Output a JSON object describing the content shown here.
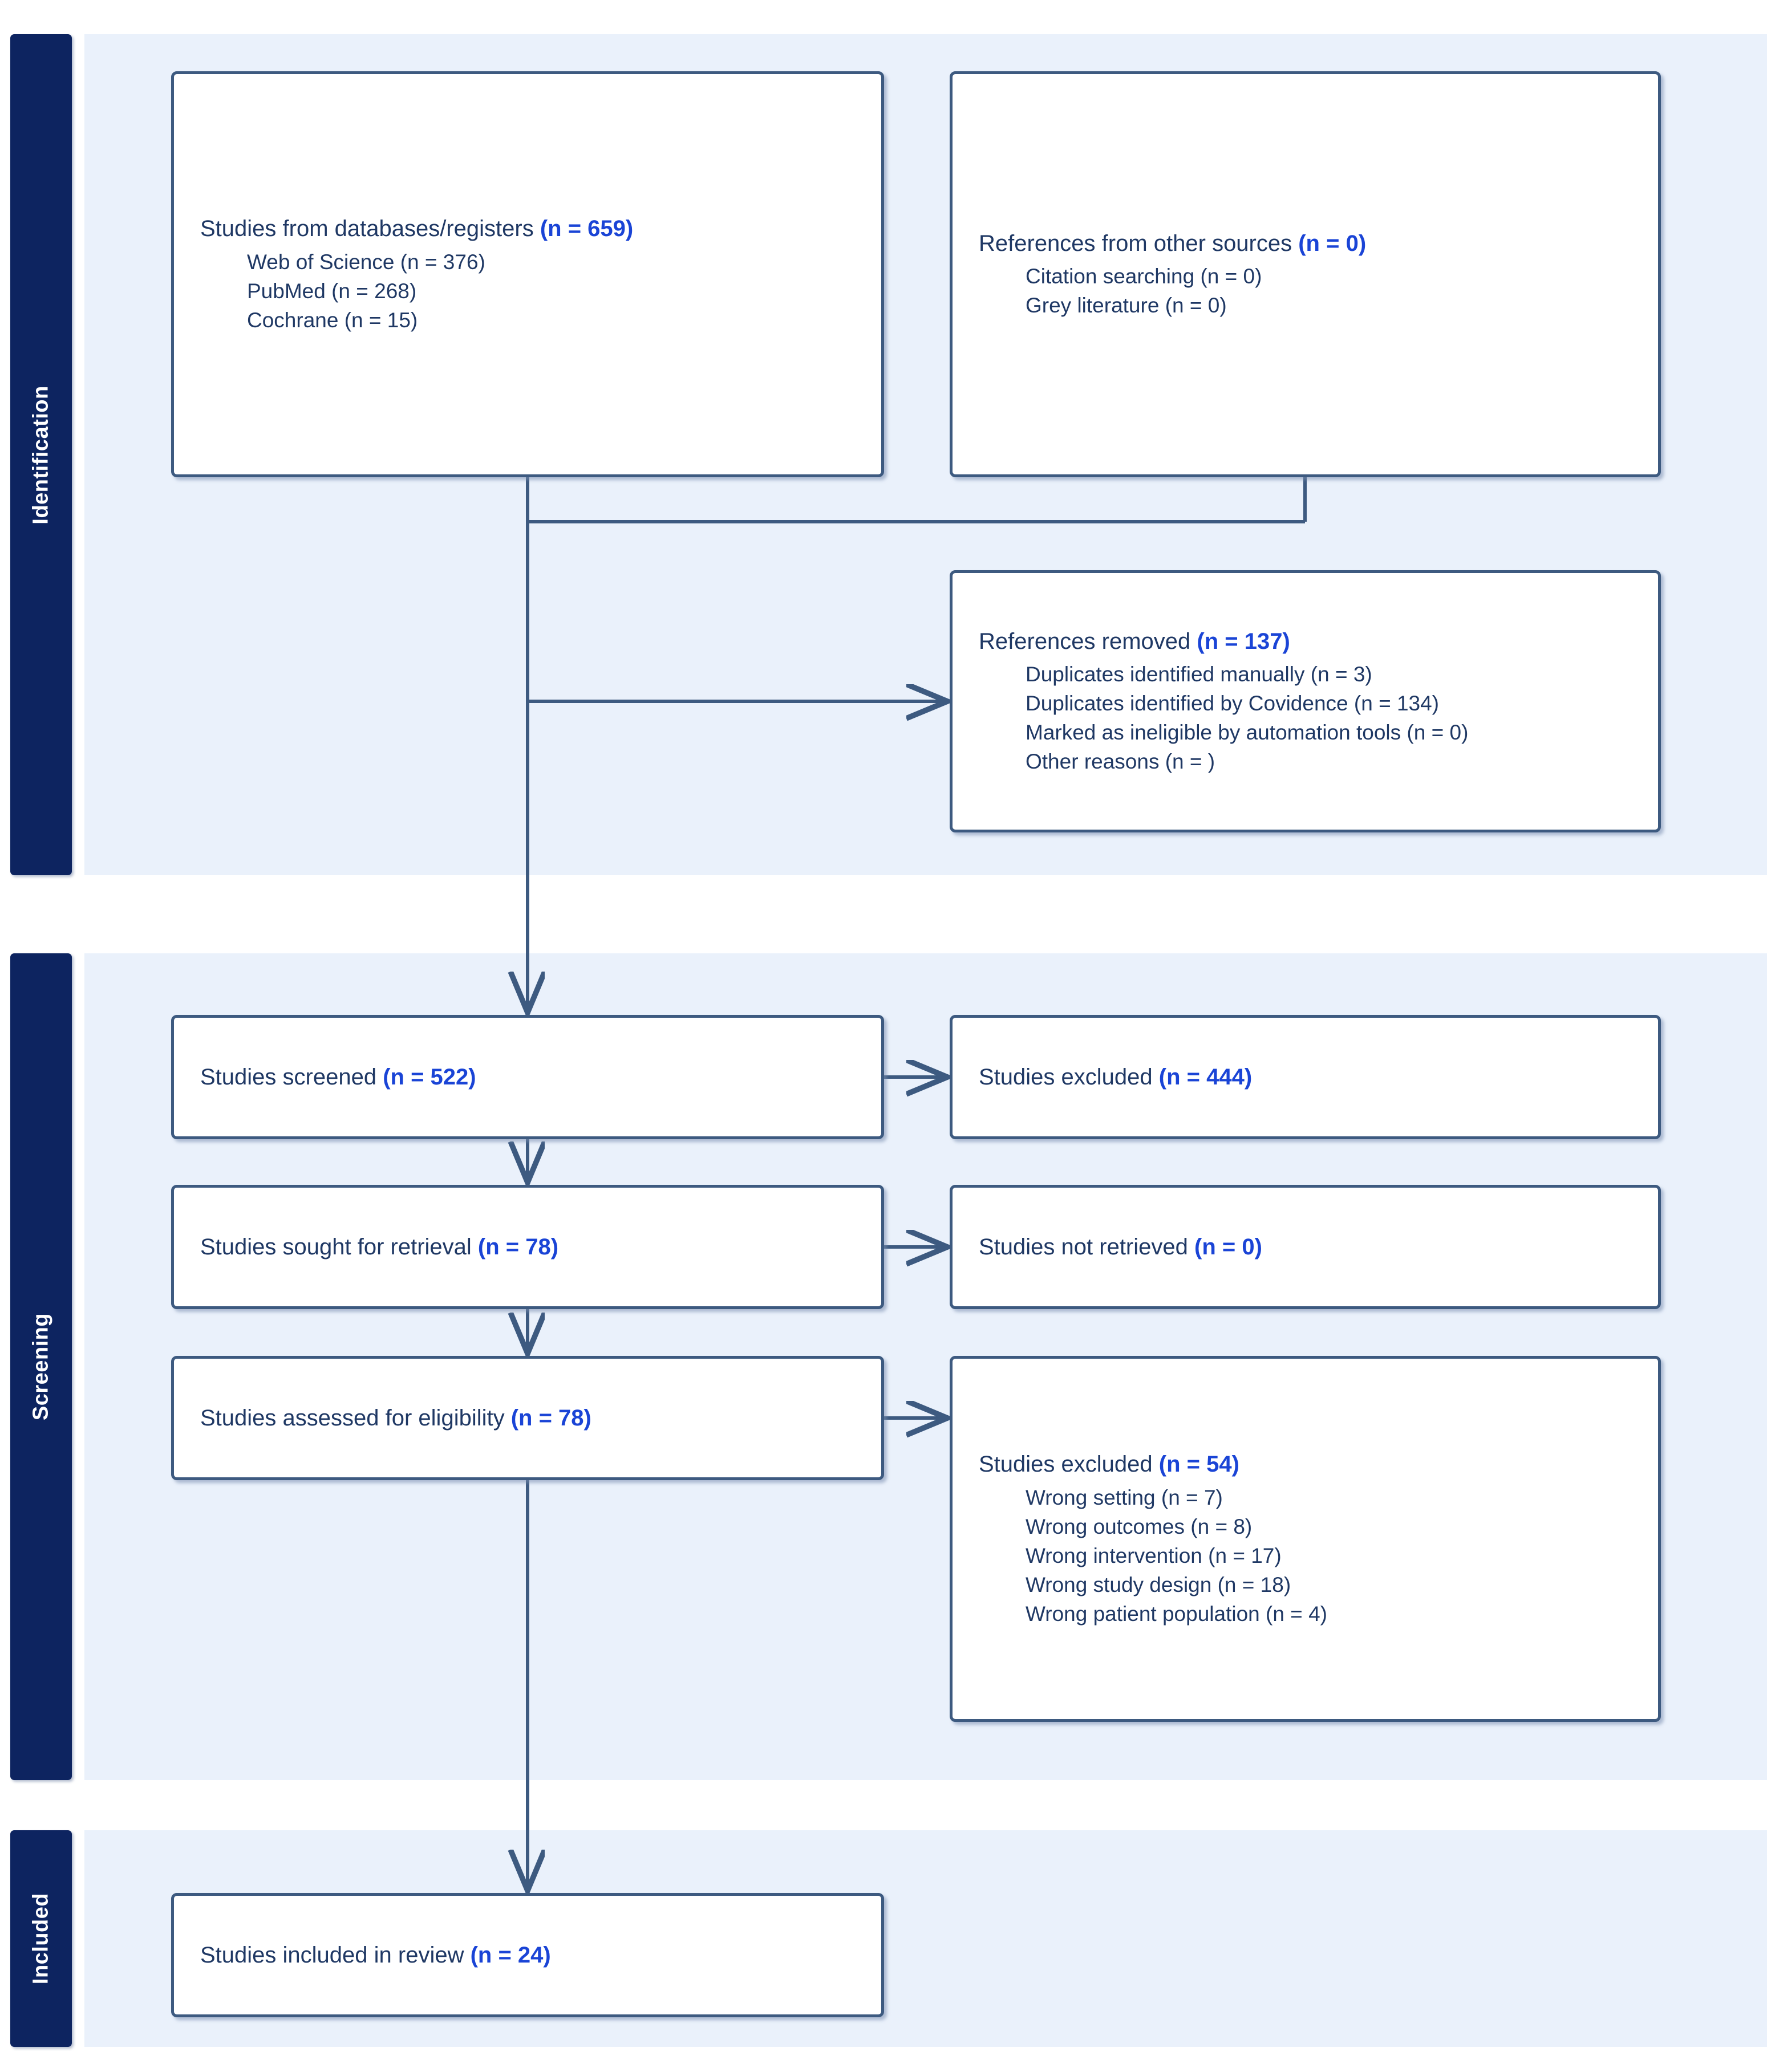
{
  "diagram": {
    "type": "prisma-flow-diagram",
    "accent_color": "#1a44d6",
    "text_color": "#1f3864",
    "band_color": "#eaf1fb",
    "spine_color": "#0d2460",
    "border_color": "#3d5a80"
  },
  "stages": {
    "identification": "Identification",
    "screening": "Screening",
    "included": "Included"
  },
  "boxes": {
    "databases": {
      "headline_text": "Studies from databases/registers ",
      "headline_count": "(n = 659)",
      "items": [
        "Web of Science (n = 376)",
        "PubMed (n = 268)",
        "Cochrane (n = 15)"
      ]
    },
    "other_sources": {
      "headline_text": "References from other sources ",
      "headline_count": "(n = 0)",
      "items": [
        "Citation searching (n = 0)",
        "Grey literature (n = 0)"
      ]
    },
    "references_removed": {
      "headline_text": "References removed ",
      "headline_count": "(n = 137)",
      "items": [
        "Duplicates identified manually (n = 3)",
        "Duplicates identified by Covidence (n = 134)",
        "Marked as ineligible by automation tools (n = 0)",
        "Other reasons (n = )"
      ]
    },
    "screened": {
      "headline_text": "Studies screened ",
      "headline_count": "(n = 522)"
    },
    "excluded_screening": {
      "headline_text": "Studies excluded ",
      "headline_count": "(n = 444)"
    },
    "sought_retrieval": {
      "headline_text": "Studies sought for retrieval ",
      "headline_count": "(n = 78)"
    },
    "not_retrieved": {
      "headline_text": "Studies not retrieved ",
      "headline_count": "(n = 0)"
    },
    "assessed_eligibility": {
      "headline_text": "Studies assessed for eligibility ",
      "headline_count": "(n = 78)"
    },
    "excluded_eligibility": {
      "headline_text": "Studies excluded ",
      "headline_count": "(n = 54)",
      "items": [
        "Wrong setting (n = 7)",
        "Wrong outcomes (n = 8)",
        "Wrong intervention (n = 17)",
        "Wrong study design (n = 18)",
        "Wrong patient population (n = 4)"
      ]
    },
    "included_review": {
      "headline_text": "Studies included in review ",
      "headline_count": "(n = 24)"
    }
  }
}
